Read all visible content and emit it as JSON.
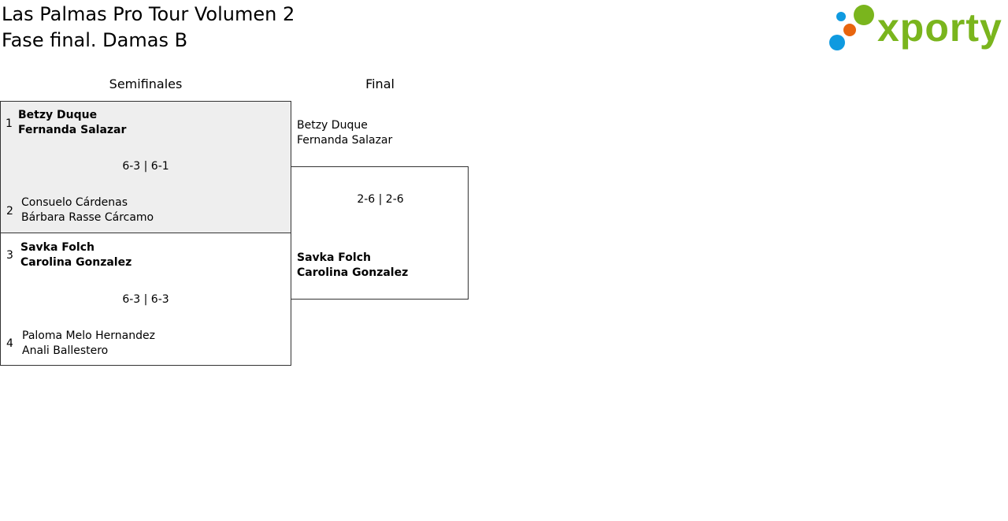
{
  "header": {
    "title_line1": "Las Palmas Pro Tour Volumen 2",
    "title_line2": "Fase final. Damas B"
  },
  "logo": {
    "text": "xporty",
    "colors": {
      "text": "#7ab51d",
      "dot_blue": "#0f9ae0",
      "dot_orange": "#e8650e",
      "dot_green": "#7ab51d"
    }
  },
  "columns": {
    "semifinals": "Semifinales",
    "final": "Final"
  },
  "semifinals": [
    {
      "highlighted": true,
      "top": {
        "seed": "1",
        "player1": "Betzy Duque",
        "player2": "Fernanda Salazar",
        "winner": true
      },
      "score": "6-3 | 6-1",
      "bottom": {
        "seed": "2",
        "player1": "Consuelo Cárdenas",
        "player2": "Bárbara Rasse Cárcamo",
        "winner": false
      }
    },
    {
      "highlighted": false,
      "top": {
        "seed": "3",
        "player1": "Savka Folch",
        "player2": "Carolina Gonzalez",
        "winner": true
      },
      "score": "6-3 | 6-3",
      "bottom": {
        "seed": "4",
        "player1": "Paloma Melo Hernandez",
        "player2": "Anali Ballestero",
        "winner": false
      }
    }
  ],
  "final": {
    "top": {
      "player1": "Betzy Duque",
      "player2": "Fernanda Salazar",
      "winner": false
    },
    "score": "2-6 | 2-6",
    "bottom": {
      "player1": "Savka Folch",
      "player2": "Carolina Gonzalez",
      "winner": true
    }
  },
  "colors": {
    "highlight_bg": "#eeeeee",
    "border": "#333333"
  }
}
